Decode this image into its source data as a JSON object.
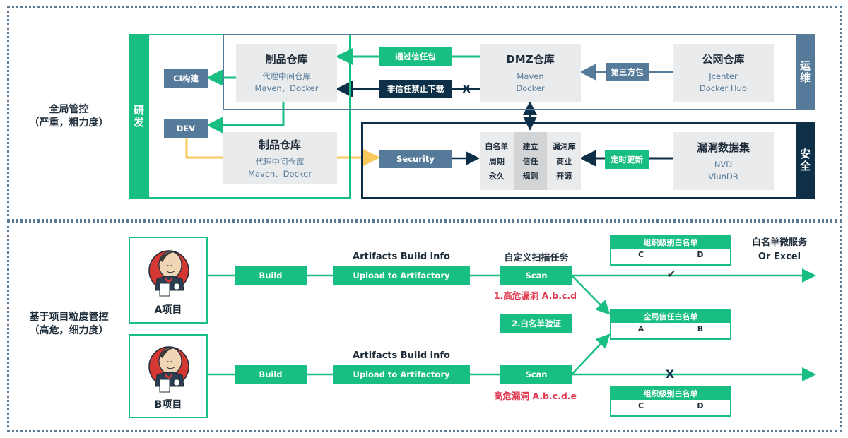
{
  "top_section": {
    "label_line1": "全局管控",
    "label_line2": "（严重，粗力度）",
    "rd_label": "研发",
    "ops_label": "运维",
    "sec_label": "安全",
    "ci_build": "CI构建",
    "dev": "DEV",
    "artifact_repo_top": {
      "title": "制品仓库",
      "line1": "代理中间仓库",
      "line2": "Maven、Docker"
    },
    "artifact_repo_bottom": {
      "title": "制品仓库",
      "line1": "代理中间仓库",
      "line2": "Maven、Docker"
    },
    "trusted_pkg": "通过信任包",
    "untrusted_block": "非信任禁止下载",
    "blocked_mark": "X",
    "dmz_repo": {
      "title": "DMZ仓库",
      "line1": "Maven",
      "line2": "Docker"
    },
    "third_party_pkg": "第三方包",
    "public_repo": {
      "title": "公网仓库",
      "line1": "Jcenter",
      "line2": "Docker Hub"
    },
    "security": "Security",
    "rules": {
      "col1": [
        "白名单",
        "周期",
        "永久"
      ],
      "col2": [
        "建立",
        "信任",
        "规则"
      ],
      "col3": [
        "漏洞库",
        "商业",
        "开源"
      ]
    },
    "scheduled_update": "定时更新",
    "vuln_dataset": {
      "title": "漏洞数据集",
      "line1": "NVD",
      "line2": "VlunDB"
    }
  },
  "bottom_section": {
    "label_line1": "基于项目粒度管控",
    "label_line2": "（高危，细力度）",
    "project_a": {
      "label": "A项目",
      "icon": "jenkins-butler-icon"
    },
    "project_b": {
      "label": "B项目",
      "icon": "jenkins-butler-icon"
    },
    "build": "Build",
    "upload": "Upload to Artifactory",
    "scan": "Scan",
    "artifacts_build_info": "Artifacts Build info",
    "custom_scan_task": "自定义扫描任务",
    "a_vuln": "1.高危漏洞 A.b.c.d",
    "whitelist_verify": "2.白名单验证",
    "b_vuln": "高危漏洞 A.b.c.d.e",
    "org_whitelist_top": {
      "title": "组织级别白名单",
      "items": [
        "C",
        "D"
      ]
    },
    "global_whitelist": {
      "title": "全局信任白名单",
      "items": [
        "A",
        "B"
      ]
    },
    "org_whitelist_bottom": {
      "title": "组织级别白名单",
      "items": [
        "C",
        "D"
      ]
    },
    "whitelist_service_line1": "白名单微服务",
    "whitelist_service_line2": "Or Excel",
    "pass_mark": "✔",
    "fail_mark": "X"
  },
  "colors": {
    "green": "#19be82",
    "slate": "#567a99",
    "navy": "#0d2f48",
    "yellow": "#f8c85a",
    "red": "#e0384f",
    "gray_box": "#eaebed"
  }
}
